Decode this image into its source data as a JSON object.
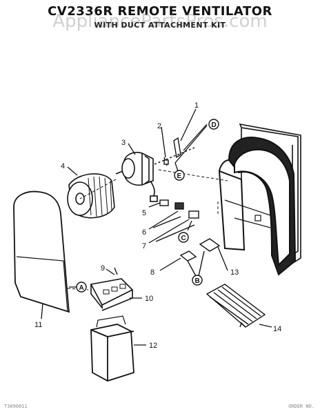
{
  "title": "CV2336R REMOTE VENTILATOR",
  "subtitle": "WITH DUCT ATTACHMENT KIT",
  "watermark": "AppliancePartsPros.com",
  "footer_left": "T3090011",
  "footer_right": "ORDER NO.",
  "part_numbers": [
    "1",
    "2",
    "3",
    "4",
    "5",
    "6",
    "7",
    "8",
    "9",
    "10",
    "11",
    "12",
    "13",
    "14"
  ],
  "connector_labels": [
    "A",
    "B",
    "C",
    "D",
    "E"
  ]
}
